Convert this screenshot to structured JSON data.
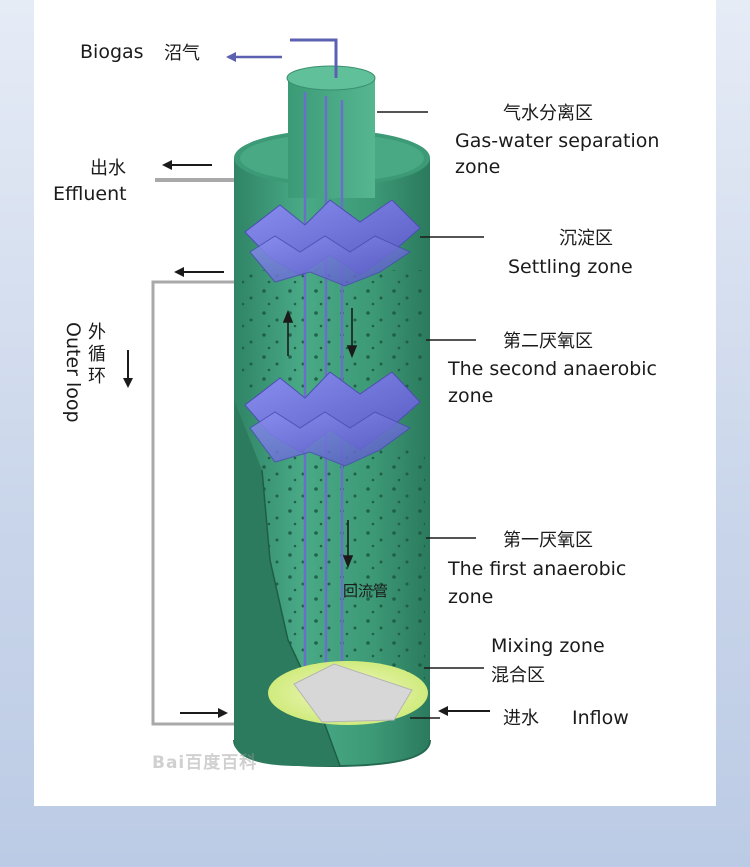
{
  "labels": {
    "biogas_en": "Biogas",
    "biogas_cn": "沼气",
    "effluent_cn": "出水",
    "effluent_en": "Effluent",
    "outer_loop_cn_1": "外",
    "outer_loop_cn_2": "循",
    "outer_loop_cn_3": "环",
    "outer_loop_en": "Outer loop",
    "gas_water_cn": "气水分离区",
    "gas_water_en_1": "Gas-water separation",
    "gas_water_en_2": "zone",
    "settling_cn": "沉淀区",
    "settling_en": "Settling zone",
    "second_cn": "第二厌氧区",
    "second_en_1": "The second anaerobic",
    "second_en_2": "zone",
    "first_cn": "第一厌氧区",
    "first_en_1": "The first anaerobic",
    "first_en_2": "zone",
    "mixing_en": "Mixing zone",
    "mixing_cn": "混合区",
    "inflow_cn": "进水",
    "inflow_en": "Inflow",
    "return_pipe_cn": "回流管",
    "watermark": "Bai百度百科"
  },
  "colors": {
    "tank_green": "#3f9e7b",
    "tank_dark": "#2d7a5f",
    "separator_blue": "#6f73d6",
    "mixing_yellow": "#dff09a",
    "pipe_gray": "#a9a9a9"
  }
}
